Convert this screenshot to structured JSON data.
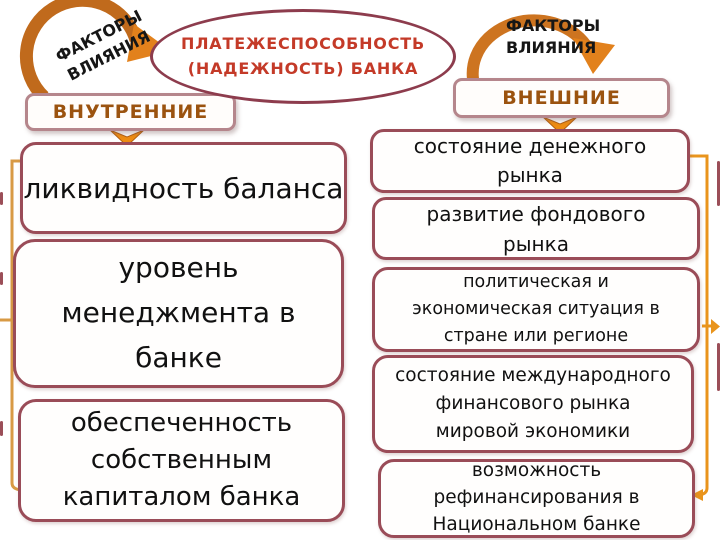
{
  "ellipse_title": "ПЛАТЕЖЕСПОСОБНОСТЬ\n(НАДЕЖНОСТЬ) БАНКА",
  "left_arrow_label": "ФАКТОРЫ\nВЛИЯНИЯ",
  "right_arrow_label": "ФАКТОРЫ\nВЛИЯНИЯ",
  "internal_header": "ВНУТРЕННИЕ",
  "external_header": "ВНЕШНИЕ",
  "internal_factors": [
    "ликвидность баланса",
    "уровень\nменеджмента в\nбанке",
    "обеспеченность\nсобственным\nкапиталом банка"
  ],
  "external_factors": [
    "состояние денежного\nрынка",
    "развитие фондового\nрынка",
    "политическая и\nэкономическая ситуация в\nстране или регионе",
    "состояние международного\nфинансового рынка\nмировой экономики",
    "возможность\nрефинансирования в\nНациональном банке"
  ],
  "colors": {
    "ellipse_border": "#8d3c4d",
    "box_border": "#9a4c58",
    "header_border": "#b5868c",
    "title_red": "#c43a28",
    "header_text": "#9b530f",
    "arrow_orange": "#e2811c",
    "bracket_left": "#d89a45",
    "bracket_right": "#e9941c"
  }
}
